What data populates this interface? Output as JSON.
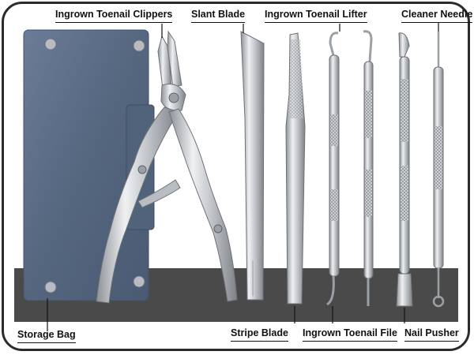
{
  "labels": {
    "ingrown_toenail_clippers": "Ingrown Toenail Clippers",
    "slant_blade": "Slant Blade",
    "ingrown_toenail_lifter": "Ingrown Toenail Lifter",
    "cleaner_needle": "Cleaner Needle",
    "storage_bag": "Storage Bag",
    "stripe_blade": "Stripe Blade",
    "ingrown_toenail_file": "Ingrown Toenail File",
    "nail_pusher": "Nail Pusher"
  },
  "colors": {
    "bag": "#5d6f8c",
    "steel": "#c9ccd0",
    "backdrop": "#4a4a4a",
    "text": "#111111"
  }
}
